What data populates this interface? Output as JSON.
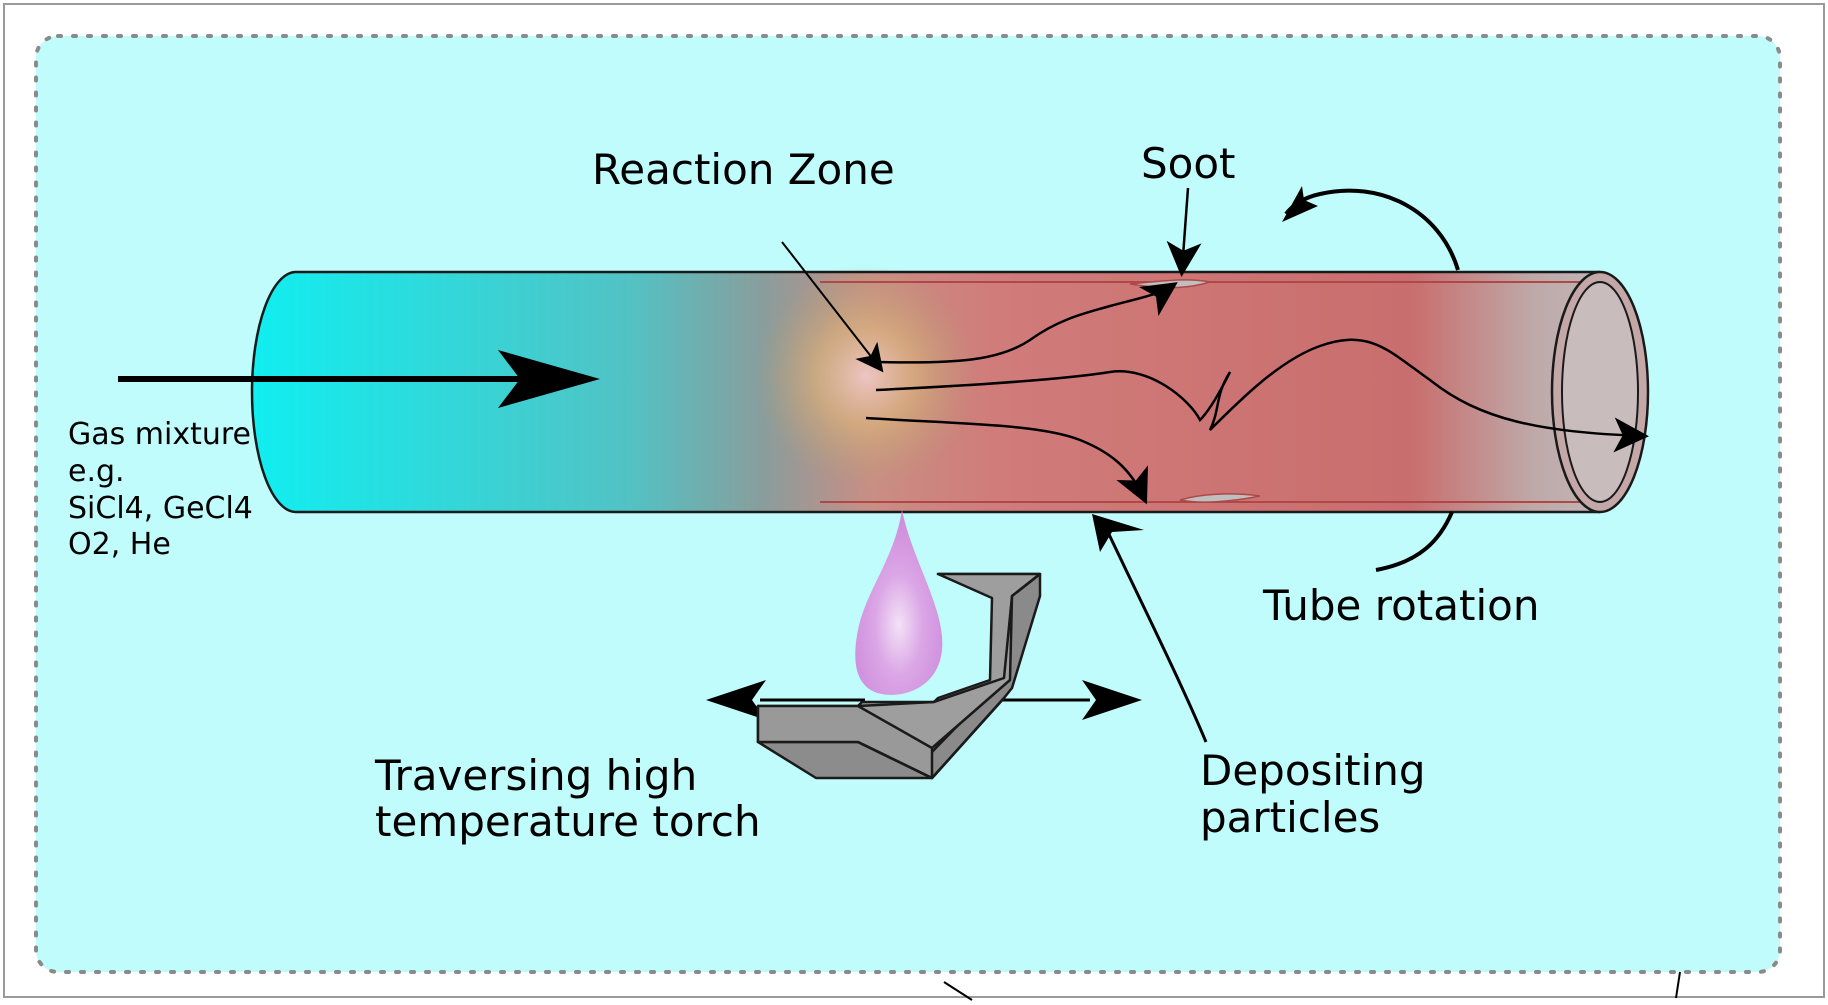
{
  "diagram": {
    "labels": {
      "reaction_zone": "Reaction Zone",
      "soot": "Soot",
      "tube_rotation": "Tube rotation",
      "gas_line1": "Gas mixture",
      "gas_line2": "e.g.",
      "gas_line3": "SiCl4, GeCl4",
      "gas_line4": "O2, He",
      "torch_line1": "Traversing high",
      "torch_line2": "temperature torch",
      "deposit_line1": "Depositing",
      "deposit_line2": "particles"
    },
    "colors": {
      "background_panel": "#c0fcfc",
      "panel_border": "#8a8a8a",
      "tube_cold": "#10eef0",
      "tube_hot": "#cf7a78",
      "flame": "#d59ae0",
      "torch_body": "#9a9a9a",
      "soot": "#bfbfbf"
    }
  }
}
